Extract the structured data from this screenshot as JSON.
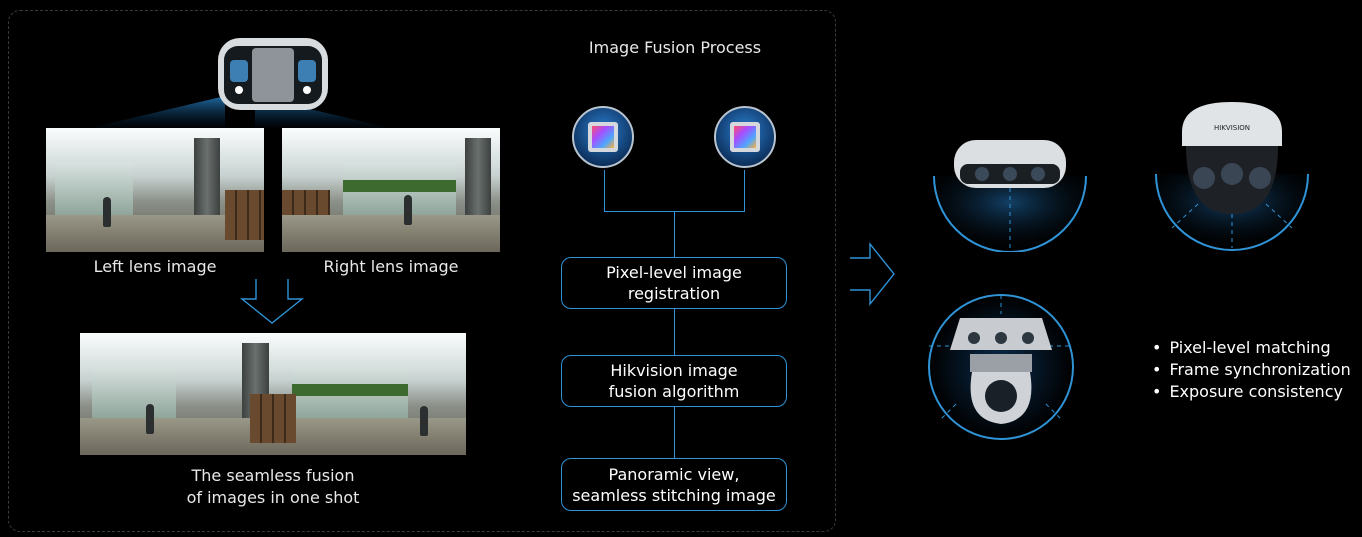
{
  "process_title": "Image Fusion Process",
  "left_caption": "Left lens image",
  "right_caption": "Right lens image",
  "fusion_caption_line1": "The seamless fusion",
  "fusion_caption_line2": "of images in one shot",
  "steps": [
    {
      "line1": "Pixel-level image",
      "line2": "registration"
    },
    {
      "line1": "Hikvision image",
      "line2": "fusion algorithm"
    },
    {
      "line1": "Panoramic view,",
      "line2": "seamless stitching image"
    }
  ],
  "features": [
    "Pixel-level matching",
    "Frame synchronization",
    "Exposure consistency"
  ],
  "brand_label": "HIKVISION",
  "colors": {
    "accent": "#2f93d6",
    "background": "#000000",
    "panel_border": "#3a3a3a"
  },
  "icons": [
    "dual-lens-camera-icon",
    "image-sensor-icon",
    "down-arrow-icon",
    "right-arrow-icon",
    "panoramic-camera-icon",
    "multi-sensor-dome-icon",
    "ptz-panoramic-camera-icon"
  ]
}
